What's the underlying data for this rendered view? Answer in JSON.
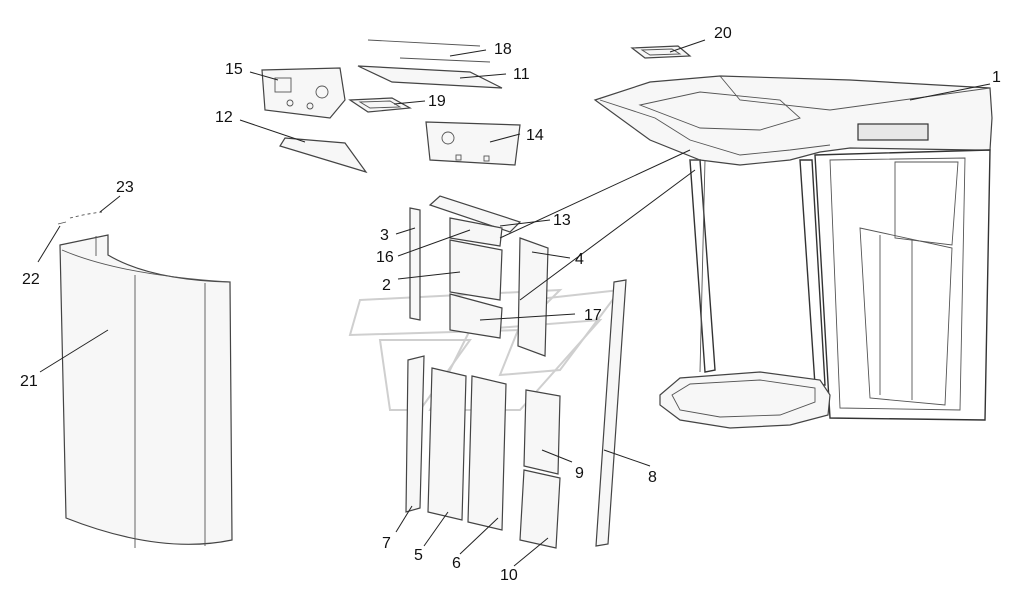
{
  "callouts": [
    {
      "id": "1",
      "text": "1"
    },
    {
      "id": "2",
      "text": "2"
    },
    {
      "id": "3",
      "text": "3"
    },
    {
      "id": "4",
      "text": "4"
    },
    {
      "id": "5",
      "text": "5"
    },
    {
      "id": "6",
      "text": "6"
    },
    {
      "id": "7",
      "text": "7"
    },
    {
      "id": "8",
      "text": "8"
    },
    {
      "id": "9",
      "text": "9"
    },
    {
      "id": "10",
      "text": "10"
    },
    {
      "id": "11",
      "text": "11"
    },
    {
      "id": "12",
      "text": "12"
    },
    {
      "id": "13",
      "text": "13"
    },
    {
      "id": "14",
      "text": "14"
    },
    {
      "id": "15",
      "text": "15"
    },
    {
      "id": "16",
      "text": "16"
    },
    {
      "id": "17",
      "text": "17"
    },
    {
      "id": "18",
      "text": "18"
    },
    {
      "id": "19",
      "text": "19"
    },
    {
      "id": "20",
      "text": "20"
    },
    {
      "id": "21",
      "text": "21"
    },
    {
      "id": "22",
      "text": "22"
    },
    {
      "id": "23",
      "text": "23"
    }
  ],
  "colors": {
    "line": "#333333",
    "panel_fill": "#f7f7f7",
    "watermark": "#cfcfcf",
    "background": "#ffffff"
  }
}
